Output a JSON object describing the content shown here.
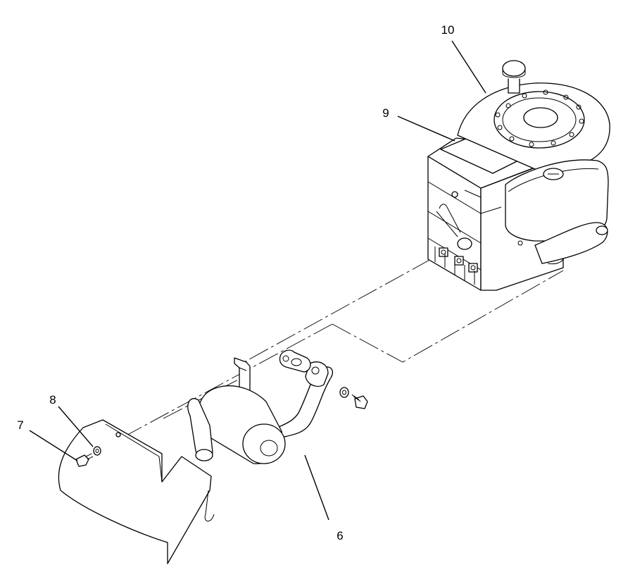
{
  "callouts": {
    "c10": "10",
    "c9": "9",
    "c8": "8",
    "c7": "7",
    "c6": "6"
  },
  "parts": [
    {
      "callout": "10",
      "icon": "engine-blower-housing-icon"
    },
    {
      "callout": "9",
      "icon": "engine-label-icon"
    },
    {
      "callout": "8",
      "icon": "lock-washer-icon"
    },
    {
      "callout": "7",
      "icon": "screw-icon"
    },
    {
      "callout": "6",
      "icon": "muffler-assembly-icon"
    }
  ]
}
